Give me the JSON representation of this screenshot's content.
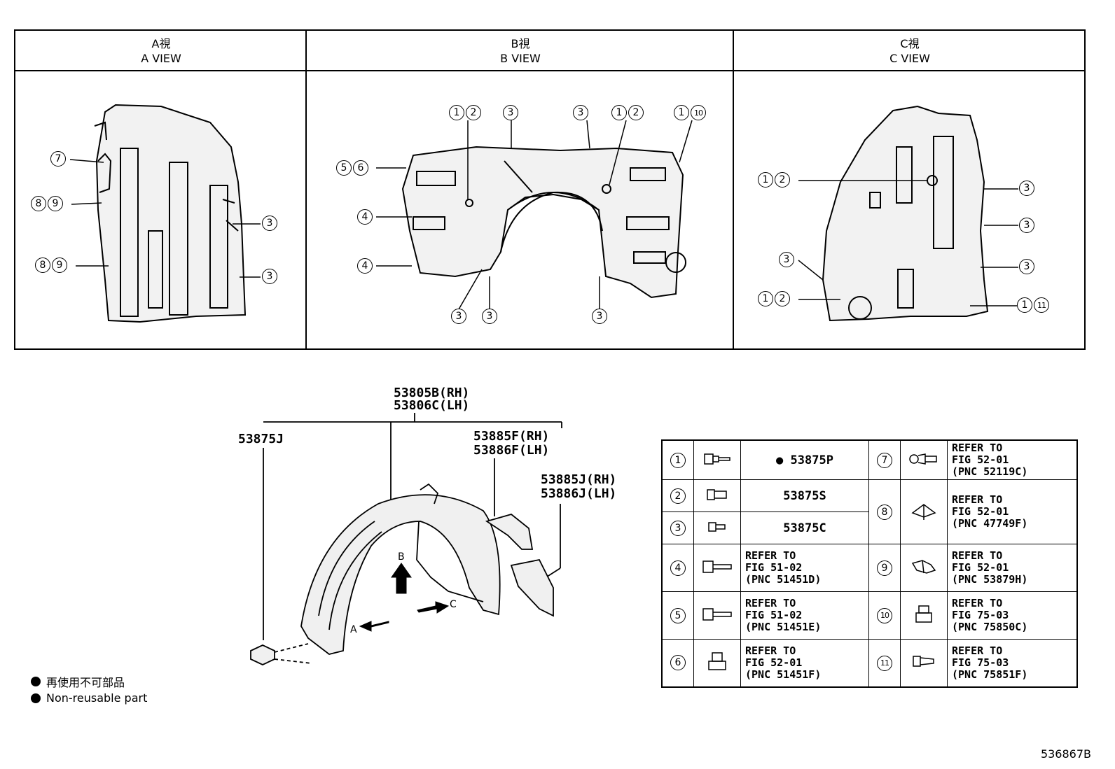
{
  "views": [
    {
      "title_jp": "A視",
      "title_en": "A VIEW"
    },
    {
      "title_jp": "B視",
      "title_en": "B VIEW"
    },
    {
      "title_jp": "C視",
      "title_en": "C VIEW"
    }
  ],
  "callout_numbers": {
    "n1": "1",
    "n2": "2",
    "n3": "3",
    "n4": "4",
    "n5": "5",
    "n6": "6",
    "n7": "7",
    "n8": "8",
    "n9": "9",
    "n10": "10",
    "n11": "11"
  },
  "main_parts": {
    "liner_rh": "53805B(RH)",
    "liner_lh": "53806C(LH)",
    "nut": "53875J",
    "seal_f_rh": "53885F(RH)",
    "seal_f_lh": "53886F(LH)",
    "seal_j_rh": "53885J(RH)",
    "seal_j_lh": "53886J(LH)",
    "arrow_a": "A",
    "arrow_b": "B",
    "arrow_c": "C"
  },
  "legend": [
    {
      "num": "1",
      "icon": "screw-grommet-icon",
      "bullet": "●",
      "text": "53875P"
    },
    {
      "num": "2",
      "icon": "clip-icon",
      "text": "53875S"
    },
    {
      "num": "3",
      "icon": "clip-small-icon",
      "text": "53875C"
    },
    {
      "num": "4",
      "icon": "screw-icon",
      "line1": "REFER TO",
      "line2": "FIG 51-02",
      "line3": "(PNC 51451D)"
    },
    {
      "num": "5",
      "icon": "screw-long-icon",
      "line1": "REFER TO",
      "line2": "FIG 51-02",
      "line3": "(PNC 51451E)"
    },
    {
      "num": "6",
      "icon": "nut-clip-icon",
      "line1": "REFER TO",
      "line2": "FIG 52-01",
      "line3": "(PNC 51451F)"
    },
    {
      "num": "7",
      "icon": "push-clip-icon",
      "line1": "REFER TO",
      "line2": "FIG 52-01",
      "line3": "(PNC 52119C)"
    },
    {
      "num": "8",
      "icon": "fastener-icon",
      "line1": "REFER TO",
      "line2": "FIG 52-01",
      "line3": "(PNC 47749F)"
    },
    {
      "num": "9",
      "icon": "fastener-wing-icon",
      "line1": "REFER TO",
      "line2": "FIG 52-01",
      "line3": "(PNC 53879H)"
    },
    {
      "num": "10",
      "icon": "u-nut-icon",
      "line1": "REFER TO",
      "line2": "FIG 75-03",
      "line3": "(PNC 75850C)"
    },
    {
      "num": "11",
      "icon": "rivet-icon",
      "line1": "REFER TO",
      "line2": "FIG 75-03",
      "line3": "(PNC 75851F)"
    }
  ],
  "footnote": {
    "jp": "再使用不可部品",
    "en": "Non-reusable part",
    "bullet": "●"
  },
  "illustration_code": "536867B"
}
